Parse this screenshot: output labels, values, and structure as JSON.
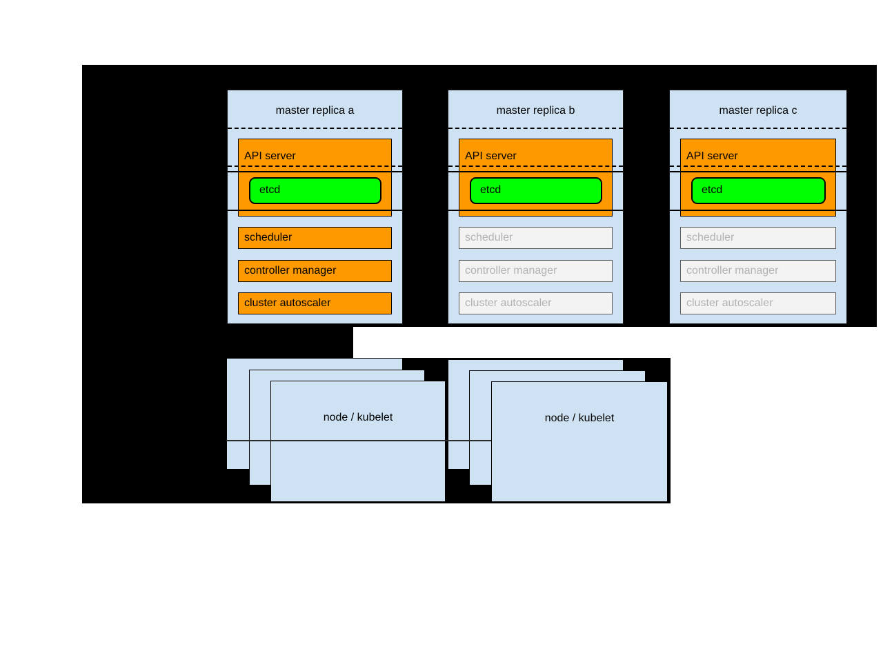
{
  "diagram": {
    "title_hint": "Kubernetes HA master replicas diagram",
    "colors": {
      "backdrop": "#000000",
      "panel_blue": "#cfe2f3",
      "active_orange": "#ff9900",
      "etcd_green": "#00ff00",
      "inactive_fill": "#f3f3f3",
      "inactive_border": "#5b5b5b",
      "inactive_text": "#b2b2b2"
    },
    "replicas": [
      {
        "title": "master replica a",
        "api_server_label": "API server",
        "etcd_label": "etcd",
        "components": [
          {
            "label": "scheduler",
            "active": true
          },
          {
            "label": "controller manager",
            "active": true
          },
          {
            "label": "cluster autoscaler",
            "active": true
          }
        ]
      },
      {
        "title": "master replica b",
        "api_server_label": "API server",
        "etcd_label": "etcd",
        "components": [
          {
            "label": "scheduler",
            "active": false
          },
          {
            "label": "controller manager",
            "active": false
          },
          {
            "label": "cluster autoscaler",
            "active": false
          }
        ]
      },
      {
        "title": "master replica c",
        "api_server_label": "API server",
        "etcd_label": "etcd",
        "components": [
          {
            "label": "scheduler",
            "active": false
          },
          {
            "label": "controller manager",
            "active": false
          },
          {
            "label": "cluster autoscaler",
            "active": false
          }
        ]
      }
    ],
    "node_stacks": [
      {
        "front_label": "node / kubelet"
      },
      {
        "front_label": "node / kubelet"
      }
    ]
  }
}
